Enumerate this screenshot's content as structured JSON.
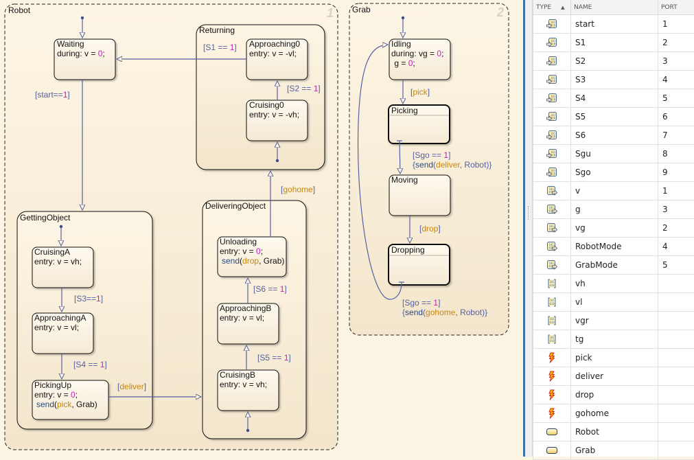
{
  "charts": {
    "robot": {
      "label": "Robot",
      "order": "1",
      "states": {
        "waiting": {
          "name": "Waiting",
          "line1_pre": "during: v = ",
          "line1_num": "0",
          "line1_post": ";"
        },
        "returning": {
          "name": "Returning"
        },
        "approaching0": {
          "name": "Approaching0",
          "line1": "entry: v = -vl;"
        },
        "cruising0": {
          "name": "Cruising0",
          "line1": "entry: v = -vh;"
        },
        "getting_object": {
          "name": "GettingObject"
        },
        "cruisingA": {
          "name": "CruisingA",
          "line1": "entry: v = vh;"
        },
        "approachingA": {
          "name": "ApproachingA",
          "line1": "entry: v = vl;"
        },
        "pickingUp": {
          "name": "PickingUp",
          "line1_pre": "entry: v = ",
          "line1_num": "0",
          "line1_post": ";",
          "send_fn": "send",
          "send_evt": "pick",
          "send_target": ", Grab)"
        },
        "delivering_object": {
          "name": "DeliveringObject"
        },
        "unloading": {
          "name": "Unloading",
          "line1_pre": "entry: v = ",
          "line1_num": "0",
          "line1_post": ";",
          "send_fn": "send",
          "send_evt": "drop",
          "send_target": ", Grab)"
        },
        "approachingB": {
          "name": "ApproachingB",
          "line1": "entry: v = vl;"
        },
        "cruisingB": {
          "name": "CruisingB",
          "line1": "entry: v = vh;"
        }
      },
      "transitions": {
        "s1": {
          "pre": "[S1 == ",
          "num": "1",
          "post": "]"
        },
        "s2": {
          "pre": "[S2 == ",
          "num": "1",
          "post": "]"
        },
        "start": {
          "pre": "[start==",
          "num": "1",
          "post": "]"
        },
        "s3": {
          "pre": "[S3==",
          "num": "1",
          "post": "]"
        },
        "s4": {
          "pre": "[S4 == ",
          "num": "1",
          "post": "]"
        },
        "deliver": {
          "pre": "[",
          "evt": "deliver",
          "post": "]"
        },
        "gohome": {
          "pre": "[",
          "evt": "gohome",
          "post": "]"
        },
        "s6": {
          "pre": "[S6 == ",
          "num": "1",
          "post": "]"
        },
        "s5": {
          "pre": "[S5 == ",
          "num": "1",
          "post": "]"
        }
      }
    },
    "grab": {
      "label": "Grab",
      "order": "2",
      "states": {
        "idling": {
          "name": "Idling",
          "line1_pre": "during: vg = ",
          "line1_num": "0",
          "line1_post": ";",
          "line2_pre": " g = ",
          "line2_num": "0",
          "line2_post": ";"
        },
        "picking": {
          "name": "Picking"
        },
        "moving": {
          "name": "Moving"
        },
        "dropping": {
          "name": "Dropping"
        }
      },
      "transitions": {
        "pick": {
          "pre": "[",
          "evt": "pick",
          "post": "]"
        },
        "sgo1": {
          "pre": "[Sgo == ",
          "num": "1",
          "post": "]",
          "act_pre": "{",
          "act_fn": "send",
          "act_paren": "(",
          "act_evt": "deliver",
          "act_post": ", Robot)}"
        },
        "drop": {
          "pre": "[",
          "evt": "drop",
          "post": "]"
        },
        "sgo2": {
          "pre": "[Sgo == ",
          "num": "1",
          "post": "]",
          "act_pre": "{",
          "act_fn": "send",
          "act_paren": "(",
          "act_evt": "gohome",
          "act_post": ", Robot)}"
        }
      }
    }
  },
  "symbols_panel": {
    "columns": {
      "type": "TYPE",
      "name": "NAME",
      "port": "PORT"
    },
    "rows": [
      {
        "type": "input-data",
        "name": "start",
        "port": "1"
      },
      {
        "type": "input-data",
        "name": "S1",
        "port": "2"
      },
      {
        "type": "input-data",
        "name": "S2",
        "port": "3"
      },
      {
        "type": "input-data",
        "name": "S3",
        "port": "4"
      },
      {
        "type": "input-data",
        "name": "S4",
        "port": "5"
      },
      {
        "type": "input-data",
        "name": "S5",
        "port": "6"
      },
      {
        "type": "input-data",
        "name": "S6",
        "port": "7"
      },
      {
        "type": "input-data",
        "name": "Sgu",
        "port": "8"
      },
      {
        "type": "input-data",
        "name": "Sgo",
        "port": "9"
      },
      {
        "type": "output-data",
        "name": "v",
        "port": "1"
      },
      {
        "type": "output-data",
        "name": "g",
        "port": "3"
      },
      {
        "type": "output-data",
        "name": "vg",
        "port": "2"
      },
      {
        "type": "output-data",
        "name": "RobotMode",
        "port": "4"
      },
      {
        "type": "output-data",
        "name": "GrabMode",
        "port": "5"
      },
      {
        "type": "parameter-data",
        "name": "vh",
        "port": ""
      },
      {
        "type": "parameter-data",
        "name": "vl",
        "port": ""
      },
      {
        "type": "parameter-data",
        "name": "vgr",
        "port": ""
      },
      {
        "type": "parameter-data",
        "name": "tg",
        "port": ""
      },
      {
        "type": "event",
        "name": "pick",
        "port": ""
      },
      {
        "type": "event",
        "name": "deliver",
        "port": ""
      },
      {
        "type": "event",
        "name": "drop",
        "port": ""
      },
      {
        "type": "event",
        "name": "gohome",
        "port": ""
      },
      {
        "type": "state",
        "name": "Robot",
        "port": ""
      },
      {
        "type": "state",
        "name": "Grab",
        "port": ""
      }
    ]
  }
}
